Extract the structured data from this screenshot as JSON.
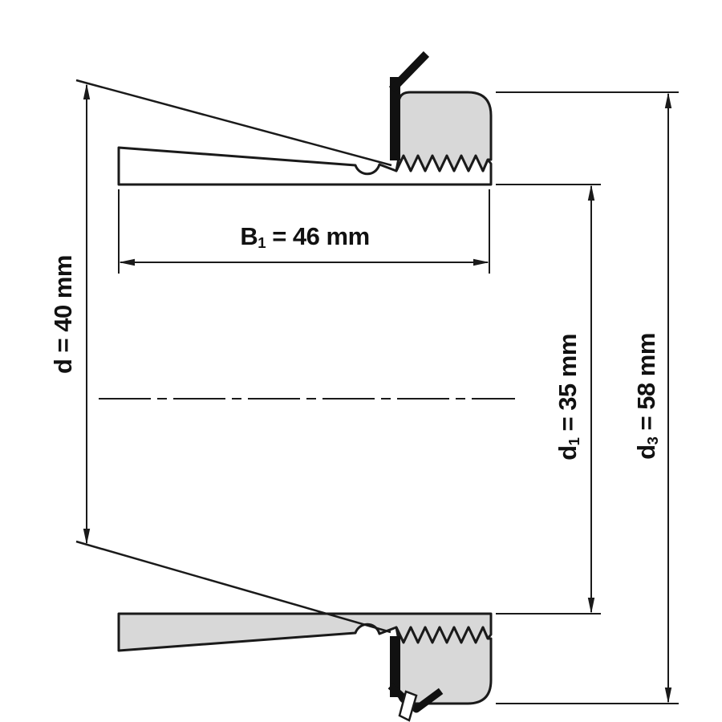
{
  "drawing": {
    "component": "adapter-sleeve-with-locknut-and-lockwasher-sectional-view",
    "background": "#ffffff",
    "line_color": "#1a1a1a",
    "section_fill": "#d8d8d8"
  },
  "dimensions": {
    "d": {
      "sym": "d",
      "sub": "",
      "rest": " = 40 mm",
      "label": "d = 40 mm"
    },
    "B1": {
      "sym": "B",
      "sub": "1",
      "rest": " = 46 mm",
      "label": "B1 = 46 mm"
    },
    "d1": {
      "sym": "d",
      "sub": "1",
      "rest": " = 35 mm",
      "label": "d1 = 35 mm"
    },
    "d3": {
      "sym": "d",
      "sub": "3",
      "rest": " = 58 mm",
      "label": "d3 = 58 mm"
    }
  }
}
